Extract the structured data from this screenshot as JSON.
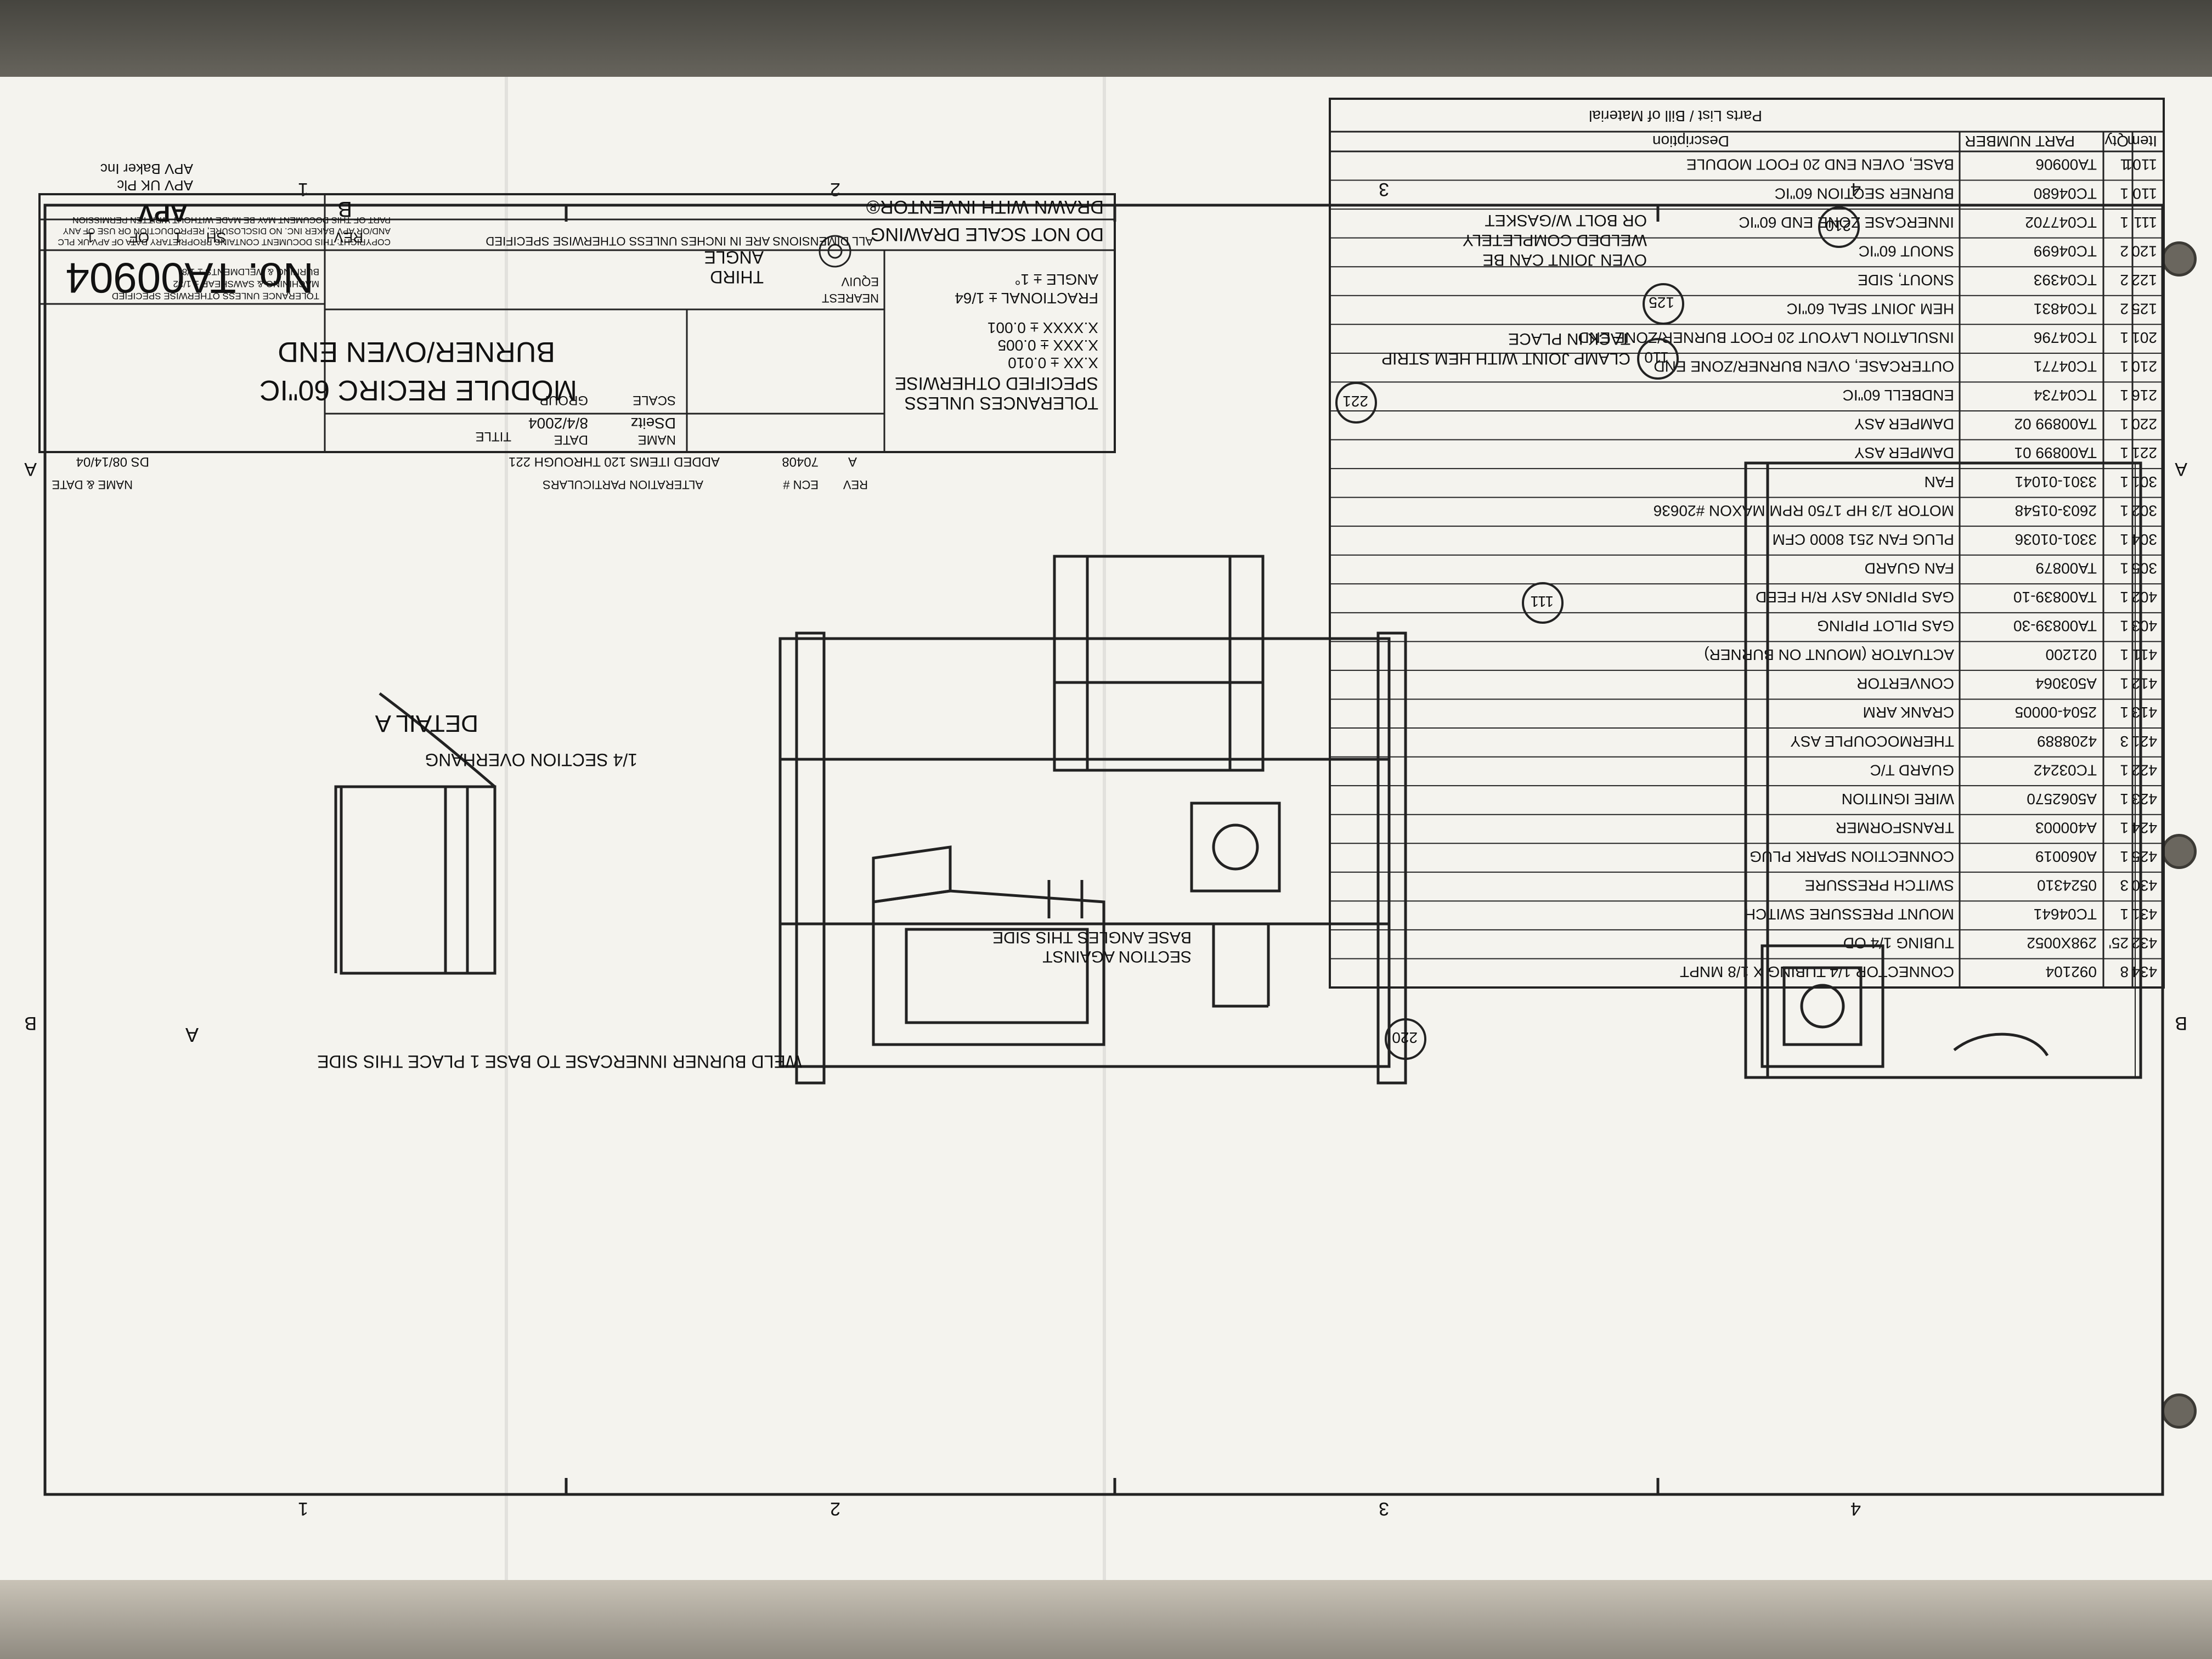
{
  "zones": {
    "cols": [
      "1",
      "2",
      "3",
      "4"
    ],
    "rows": [
      "A",
      "B"
    ]
  },
  "bom": {
    "heading": "Parts List / Bill of Material",
    "columns": [
      "Item",
      "Qty",
      "PART NUMBER",
      "Description"
    ],
    "rows": [
      [
        "1101",
        "1",
        "TA00906",
        "BASE, OVEN END 20 FOOT MODULE"
      ],
      [
        "110",
        "1",
        "TC04680",
        "BURNER SECTION 60\"IC"
      ],
      [
        "111",
        "1",
        "TC047702",
        "INNERCASE ZONE END 60\"IC"
      ],
      [
        "120",
        "2",
        "TC04699",
        "SNOUT 60\"IC"
      ],
      [
        "122",
        "2",
        "TC04393",
        "SNOUT, SIDE"
      ],
      [
        "125",
        "2",
        "TC04831",
        "HEM JOINT SEAL 60\"IC"
      ],
      [
        "201",
        "1",
        "TC04796",
        "INSULATION LAYOUT 20 FOOT BURNER/ZONE END"
      ],
      [
        "210",
        "1",
        "TC04771",
        "OUTERCASE, OVEN BURNER/ZONE END"
      ],
      [
        "216",
        "1",
        "TC04734",
        "ENDBELL 60\"IC"
      ],
      [
        "220",
        "1",
        "TA00899 02",
        "DAMPER ASY"
      ],
      [
        "221",
        "1",
        "TA00899 01",
        "DAMPER ASY"
      ],
      [
        "301",
        "1",
        "3301-01041",
        "FAN"
      ],
      [
        "302",
        "1",
        "2603-01548",
        "MOTOR 1/3 HP 1750 RPM  MAXON #20636"
      ],
      [
        "304",
        "1",
        "3301-01036",
        "PLUG FAN 251 8000 CFM"
      ],
      [
        "305",
        "1",
        "TA00879",
        "FAN GUARD"
      ],
      [
        "402",
        "1",
        "TA00839-10",
        "GAS PIPING ASY R/H FEED"
      ],
      [
        "403",
        "1",
        "TA00839-30",
        "GAS PILOT PIPING"
      ],
      [
        "411",
        "1",
        "021200",
        "ACTUATOR (MOUNT ON BURNER)"
      ],
      [
        "412",
        "1",
        "A503064",
        "CONVERTOR"
      ],
      [
        "413",
        "1",
        "2504-00005",
        "CRANK ARM"
      ],
      [
        "421",
        "3",
        "4208889",
        "THERMOCOUPLE ASY"
      ],
      [
        "422",
        "1",
        "TC03242",
        "GUARD T/C"
      ],
      [
        "423",
        "1",
        "A5062570",
        "WIRE IGNITION"
      ],
      [
        "424",
        "1",
        "A400003",
        "TRANSFORMER"
      ],
      [
        "425",
        "1",
        "A060019",
        "CONNECTION SPARK PLUG"
      ],
      [
        "430",
        "3",
        "0524310",
        "SWITCH PRESSURE"
      ],
      [
        "431",
        "1",
        "TC04641",
        "MOUNT PRESSURE SWITCH"
      ],
      [
        "432",
        "25'",
        "298X0052",
        "TUBING 1/4 OD"
      ],
      [
        "434",
        "8",
        "092104",
        "CONNECTOR 1/4 TUBING X 1/8 MNPT"
      ]
    ]
  },
  "annotations": {
    "weld_note": "WELD BURNER INNERCASE TO BASE 1 PLACE THIS SIDE",
    "section_against": "SECTION AGAINST",
    "base_angles": "BASE ANGLES THIS SIDE",
    "overhang": "1/4 SECTION OVERHANG",
    "detail": "DETAIL  A",
    "detail_marker": "A",
    "oven_joint_1": "OVEN JOINT CAN BE",
    "oven_joint_2": "WELDED COMPLETELY",
    "oven_joint_3": "OR BOLT W/GASKET",
    "clamp_1": "CLAMP JOINT WITH HEM STRIP",
    "clamp_2": "TACK IN PLACE",
    "balloons": [
      "220",
      "111",
      "110",
      "125",
      "221",
      "210"
    ]
  },
  "title_block": {
    "drawn_with": "DRAWN WITH INVENTOR®",
    "do_not_scale": "DO NOT SCALE DRAWING",
    "third": "THIRD",
    "angle": "ANGLE",
    "tol_1": "TOLERANCES UNLESS",
    "tol_2": "SPECIFIED OTHERWISE",
    "tol_3": "X.XX ± 0.010",
    "tol_4": "X.XXX ± 0.005",
    "tol_5": "X.XXXX ± 0.001",
    "tol_6": "FRACTIONAL ± 1/64",
    "tol_7": "ANGLE ± 1°",
    "all_dims": "ALL DIMENSIONS ARE IN INCHES UNLESS OTHERWISE SPECIFIED",
    "company_logo": "APV",
    "company_1": "APV UK Plc",
    "company_2": "APV Baker Inc",
    "copyright_1": "COPYRIGHT: THIS DOCUMENT CONTAINS PROPRIETARY DATA OF APV UK PLC",
    "copyright_2": "AND/OR APV BAKER INC. NO DISCLOSURE, REPRODUCTION OR USE OF ANY",
    "copyright_3": "PART OF THIS DOCUMENT MAY BE MADE WITHOUT WRITTEN PERMISSION",
    "tol_block_1": "TOLERANCE UNLESS OTHERWISE SPECIFIED",
    "tol_block_2": "MACHINING & SAWSHEAR    ± 1/32",
    "tol_block_3": "BURNING & WELDMENTS     ± 1/8",
    "drawing_no": "No. TA00904",
    "size": "B",
    "rev_label": "REV",
    "sh_label": "SH",
    "sh": "1",
    "of_label": "OF",
    "of": "1",
    "name_label": "NAME",
    "name": "DSeitz",
    "date_label": "DATE",
    "date": "8/4/2004",
    "title_label": "TITLE",
    "title_1": "MODULE RECIRC 60\"IC",
    "title_2": "BURNER/OVEN END",
    "scale_label": "SCALE",
    "group_label": "GROUP",
    "nearest_label": "NEAREST",
    "equiv_label": "EQUIV",
    "rev_hdr": "REV",
    "ecn_hdr": "ECN #",
    "alt_hdr": "ALTERATION PARTICULARS",
    "namedate_hdr": "NAME & DATE",
    "rev_a": "A",
    "ecn_a": "70408",
    "alt_a": "ADDED ITEMS 120 THROUGH 221",
    "namedate_a": "DS 08/14/04"
  }
}
